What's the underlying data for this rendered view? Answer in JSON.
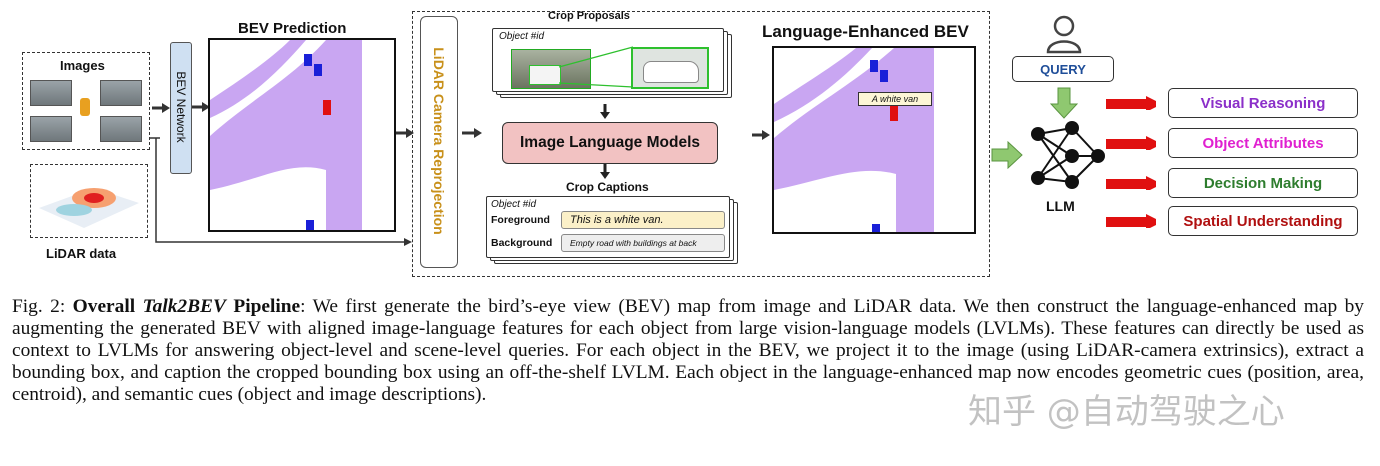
{
  "figure": {
    "images_label": "Images",
    "lidar_label": "LiDAR data",
    "bev_network": "BEV Network",
    "bev_prediction": "BEV Prediction",
    "reprojection": "LiDAR Camera Reprojection",
    "crop_proposals": "Crop Proposals",
    "object_id": "Object #id",
    "ilm": "Image Language Models",
    "crop_captions": "Crop Captions",
    "foreground_label": "Foreground",
    "foreground_text": "This is a white van.",
    "background_label": "Background",
    "background_text": "Empty road with buildings at back",
    "le_bev_title": "Language-Enhanced BEV",
    "bev_annotation": "A white van",
    "query": "QUERY",
    "llm": "LLM",
    "outputs": [
      {
        "label": "Visual Reasoning",
        "color": "#8b2fc9"
      },
      {
        "label": "Object Attributes",
        "color": "#e020d0"
      },
      {
        "label": "Decision Making",
        "color": "#2e7d2e"
      },
      {
        "label": "Spatial Understanding",
        "color": "#b01010"
      }
    ],
    "colors": {
      "road": "#c9a6f2",
      "vehicle_blue": "#1a20d8",
      "vehicle_red": "#e01010",
      "ilm_fill": "#f2c2c2",
      "fg_fill": "#fbf0c8",
      "bg_fill": "#eeeeee",
      "network_fill": "#cfe0f2",
      "reproj_text": "#c8901a",
      "query_text": "#1f4e99"
    }
  },
  "caption": {
    "fig_label": "Fig. 2:",
    "bold_a": "Overall",
    "bold_italic": "Talk2BEV",
    "bold_b": "Pipeline",
    "text": ": We first generate the bird’s-eye view (BEV) map from image and LiDAR data. We then construct the language-enhanced map by augmenting the generated BEV with aligned image-language features for each object from large vision-language models (LVLMs). These features can directly be used as context to LVLMs for answering object-level and scene-level queries. For each object in the BEV, we project it to the image (using LiDAR-camera extrinsics), extract a bounding box, and caption the cropped bounding box using an off-the-shelf LVLM. Each object in the language-enhanced map now encodes geometric cues (position, area, centroid), and semantic cues (object and image descriptions)."
  },
  "watermark": "知乎 @自动驾驶之心"
}
